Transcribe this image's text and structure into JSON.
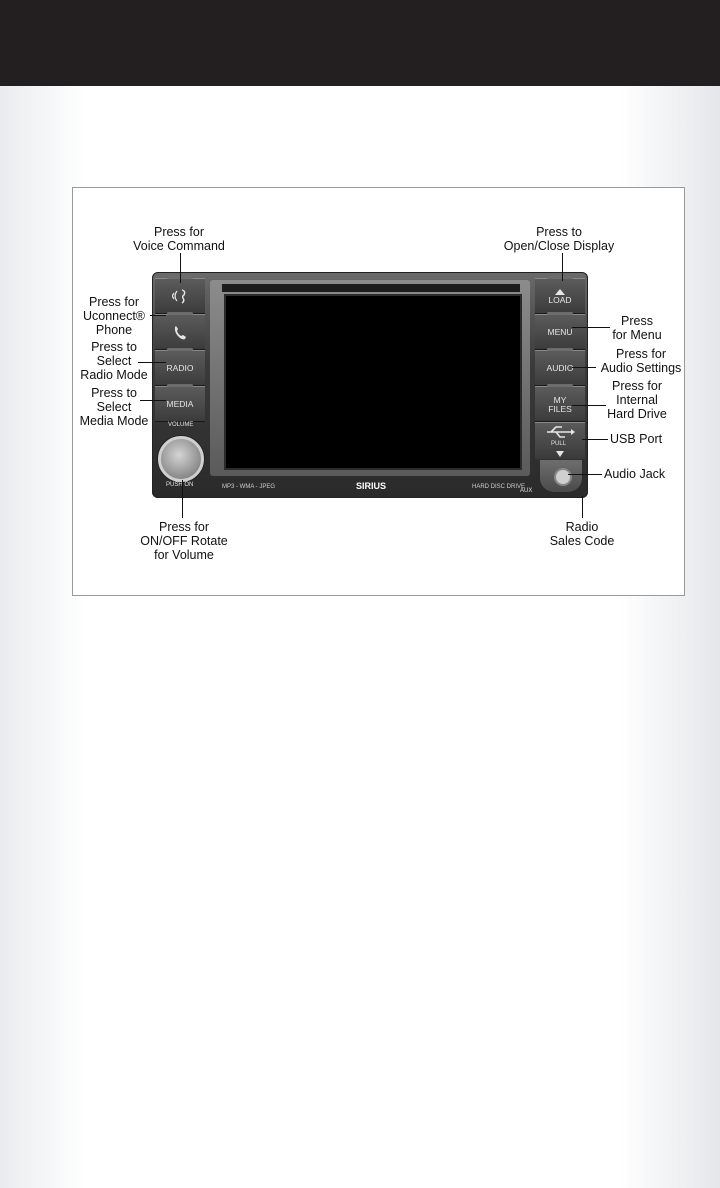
{
  "figure": {
    "labels": {
      "voice_command": "Press for\nVoice Command",
      "uconnect_phone": "Press for\nUconnect®\nPhone",
      "radio_mode": "Press to\nSelect\nRadio Mode",
      "media_mode": "Press to\nSelect\nMedia Mode",
      "open_close_display": "Press to\nOpen/Close Display",
      "menu": "Press\nfor Menu",
      "audio_settings": "Press for\nAudio Settings",
      "internal_hard_drive": "Press for\nInternal\nHard Drive",
      "usb_port": "USB Port",
      "audio_jack": "Audio Jack",
      "radio_sales_code": "Radio\nSales Code",
      "on_off_volume": "Press for\nON/OFF Rotate\nfor Volume"
    },
    "unit": {
      "buttons": {
        "load": "LOAD",
        "menu": "MENU",
        "audio": "AUDIO",
        "my_files": "MY\nFILES",
        "radio": "RADIO",
        "media": "MEDIA",
        "pull": "PULL"
      },
      "knob_top": "VOLUME",
      "knob_bottom": "PUSH ON",
      "formats": "MP3 - WMA - JPEG",
      "brand": "SIRIUS",
      "drive": "HARD DISC DRIVE",
      "aux": "AUX"
    }
  }
}
